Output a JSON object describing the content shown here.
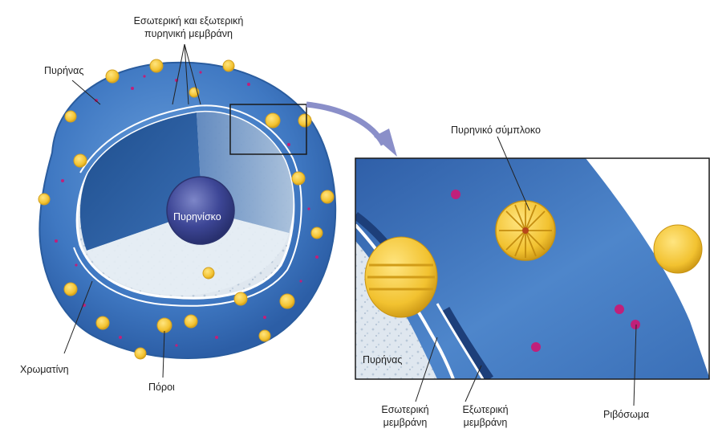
{
  "labels": {
    "membranes_line1": "Εσωτερική και εξωτερική",
    "membranes_line2": "πυρηνική μεμβράνη",
    "nucleus_left": "Πυρήνας",
    "nucleolus": "Πυρηνίσκο",
    "chromatin": "Χρωματίνη",
    "pores": "Πόροι",
    "pore_complex": "Πυρηνικό σύμπλοκο",
    "nucleus_inset": "Πυρήνας",
    "inner_membrane_line1": "Εσωτερική",
    "inner_membrane_line2": "μεμβράνη",
    "outer_membrane_line1": "Εξωτερική",
    "outer_membrane_line2": "μεμβράνη",
    "ribosome": "Ριβόσωμα"
  },
  "colors": {
    "cytoplasm_blue": "#3f78c2",
    "inner_blue": "#24508f",
    "pore_yellow": "#f2c230",
    "ribosome_magenta": "#c0207a",
    "chromatin_pale": "#dfe7ef",
    "arrow_purple": "#8a8fc9"
  }
}
